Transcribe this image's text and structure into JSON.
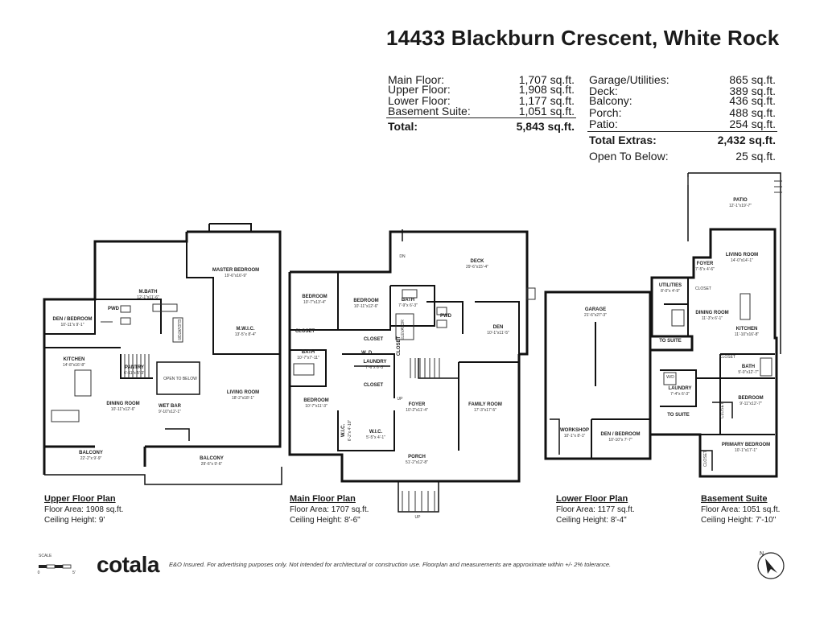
{
  "title": "14433 Blackburn Crescent, White Rock",
  "areas_left": {
    "rows": [
      {
        "label": "Main Floor:",
        "value": "1,707 sq.ft."
      },
      {
        "label": "Upper Floor:",
        "value": "1,908 sq.ft."
      },
      {
        "label": "Lower Floor:",
        "value": "1,177 sq.ft."
      },
      {
        "label": "Basement Suite:",
        "value": "1,051 sq.ft."
      }
    ],
    "total_label": "Total:",
    "total_value": "5,843 sq.ft."
  },
  "areas_right": {
    "rows": [
      {
        "label": "Garage/Utilities:",
        "value": "865 sq.ft."
      },
      {
        "label": "Deck:",
        "value": "389 sq.ft."
      },
      {
        "label": "Balcony:",
        "value": "436 sq.ft."
      },
      {
        "label": "Porch:",
        "value": "488 sq.ft."
      },
      {
        "label": "Patio:",
        "value": "254 sq.ft."
      }
    ],
    "total_label": "Total Extras:",
    "total_value": "2,432 sq.ft.",
    "open_label": "Open To Below:",
    "open_value": "25 sq.ft."
  },
  "plans": [
    {
      "title": "Upper Floor Plan",
      "area": "Floor Area: 1908 sq.ft.",
      "ceiling": "Ceiling Height: 9'"
    },
    {
      "title": "Main Floor Plan",
      "area": "Floor Area: 1707 sq.ft.",
      "ceiling": "Ceiling Height: 8'-6\""
    },
    {
      "title": "Lower Floor Plan",
      "area": "Floor Area: 1177 sq.ft.",
      "ceiling": "Ceiling Height: 8'-4\""
    },
    {
      "title": "Basement Suite",
      "area": "Floor Area: 1051 sq.ft.",
      "ceiling": "Ceiling Height: 7'-10\""
    }
  ],
  "rooms": {
    "upper": [
      {
        "name": "MASTER BEDROOM",
        "dim": "19'-6\"x16'-9\""
      },
      {
        "name": "M.BATH",
        "dim": "12'-1\"x11'-6\""
      },
      {
        "name": "PWD",
        "dim": ""
      },
      {
        "name": "DEN / BEDROOM",
        "dim": "10'-11\"x 9'-1\""
      },
      {
        "name": "M.W.I.C.",
        "dim": "13'-5\"x 8'-4\""
      },
      {
        "name": "KITCHEN",
        "dim": "14'-8\"x16'-8\""
      },
      {
        "name": "PANTRY",
        "dim": "6'-11\"x 5'-3\""
      },
      {
        "name": "OPEN TO BELOW",
        "dim": ""
      },
      {
        "name": "LIVING ROOM",
        "dim": "18'-2\"x18'-1\""
      },
      {
        "name": "DINING ROOM",
        "dim": "10'-11\"x12'-6\""
      },
      {
        "name": "WET BAR",
        "dim": "9'-10\"x12'-1\""
      },
      {
        "name": "BALCONY",
        "dim": "22'-2\"x 9'-9\""
      },
      {
        "name": "BALCONY",
        "dim": "29'-6\"x 9'-6\""
      },
      {
        "name": "ELEVATOR",
        "dim": ""
      }
    ],
    "main": [
      {
        "name": "DECK",
        "dim": "29'-6\"x15'-4\""
      },
      {
        "name": "BEDROOM",
        "dim": "10'-7\"x13'-4\""
      },
      {
        "name": "BEDROOM",
        "dim": "10'-11\"x12'-6\""
      },
      {
        "name": "BATH",
        "dim": "7'-9\"x 6'-3\""
      },
      {
        "name": "PWD",
        "dim": ""
      },
      {
        "name": "DEN",
        "dim": "10'-1\"x11'-5\""
      },
      {
        "name": "CLOSET",
        "dim": ""
      },
      {
        "name": "CLOSET",
        "dim": ""
      },
      {
        "name": "CLOSET",
        "dim": ""
      },
      {
        "name": "CLOSET",
        "dim": ""
      },
      {
        "name": "BATH",
        "dim": "10'-7\"x7'-11\""
      },
      {
        "name": "LAUNDRY",
        "dim": "7'-6\"x 6'-5\""
      },
      {
        "name": "BEDROOM",
        "dim": "10'-7\"x11'-3\""
      },
      {
        "name": "FOYER",
        "dim": "10'-2\"x11'-4\""
      },
      {
        "name": "FAMILY ROOM",
        "dim": "17'-3\"x17'-5\""
      },
      {
        "name": "W.I.C.",
        "dim": "6'-2\"x 4'-10\""
      },
      {
        "name": "W.I.C.",
        "dim": "5'-5\"x 4'-1\""
      },
      {
        "name": "PORCH",
        "dim": "51'-2\"x12'-8\""
      },
      {
        "name": "ELEVATOR",
        "dim": ""
      },
      {
        "name": "W",
        "dim": ""
      },
      {
        "name": "D",
        "dim": ""
      },
      {
        "name": "UP",
        "dim": ""
      },
      {
        "name": "DN",
        "dim": ""
      },
      {
        "name": "UP",
        "dim": ""
      }
    ],
    "lower": [
      {
        "name": "GARAGE",
        "dim": "21'-6\"x27'-3\""
      },
      {
        "name": "WORKSHOP",
        "dim": "10'-1\"x 8'-1\""
      },
      {
        "name": "DEN / BEDROOM",
        "dim": "10'-10\"x 7'-7\""
      }
    ],
    "basement": [
      {
        "name": "PATIO",
        "dim": "12'-1\"x19'-7\""
      },
      {
        "name": "FOYER",
        "dim": "7'-5\"x 4'-6\""
      },
      {
        "name": "LIVING ROOM",
        "dim": "14'-0\"x14'-1\""
      },
      {
        "name": "CLOSET",
        "dim": ""
      },
      {
        "name": "UTILITIES",
        "dim": "8'-0\"x 4'-9\""
      },
      {
        "name": "DINING ROOM",
        "dim": "11'-3\"x 6'-1\""
      },
      {
        "name": "KITCHEN",
        "dim": "11'-10\"x16'-8\""
      },
      {
        "name": "TO SUITE",
        "dim": ""
      },
      {
        "name": "CLOSET",
        "dim": ""
      },
      {
        "name": "BATH",
        "dim": "5'-0\"x12'-7\""
      },
      {
        "name": "LAUNDRY",
        "dim": "7'-4\"x 6'-3\""
      },
      {
        "name": "BEDROOM",
        "dim": "9'-11\"x12'-7\""
      },
      {
        "name": "TO SUITE",
        "dim": ""
      },
      {
        "name": "CLOSET",
        "dim": ""
      },
      {
        "name": "PRIMARY BEDROOM",
        "dim": "10'-1\"x17'-1\""
      },
      {
        "name": "CLOSET",
        "dim": ""
      },
      {
        "name": "W/D",
        "dim": ""
      }
    ]
  },
  "footer": {
    "scale_label": "SCALE",
    "scale_ticks": [
      "0",
      "5'"
    ],
    "logo": "cotala",
    "disclaimer": "E&O Insured. For advertising purposes only. Not intended for architectural or construction use. Floorplan and measurements are approximate within +/- 2% tolerance.",
    "north_label": "N"
  },
  "colors": {
    "text": "#1a1a1a",
    "wall": "#111111",
    "rule": "#222222"
  },
  "icons": [
    "north-arrow-icon",
    "scale-bar-icon"
  ]
}
